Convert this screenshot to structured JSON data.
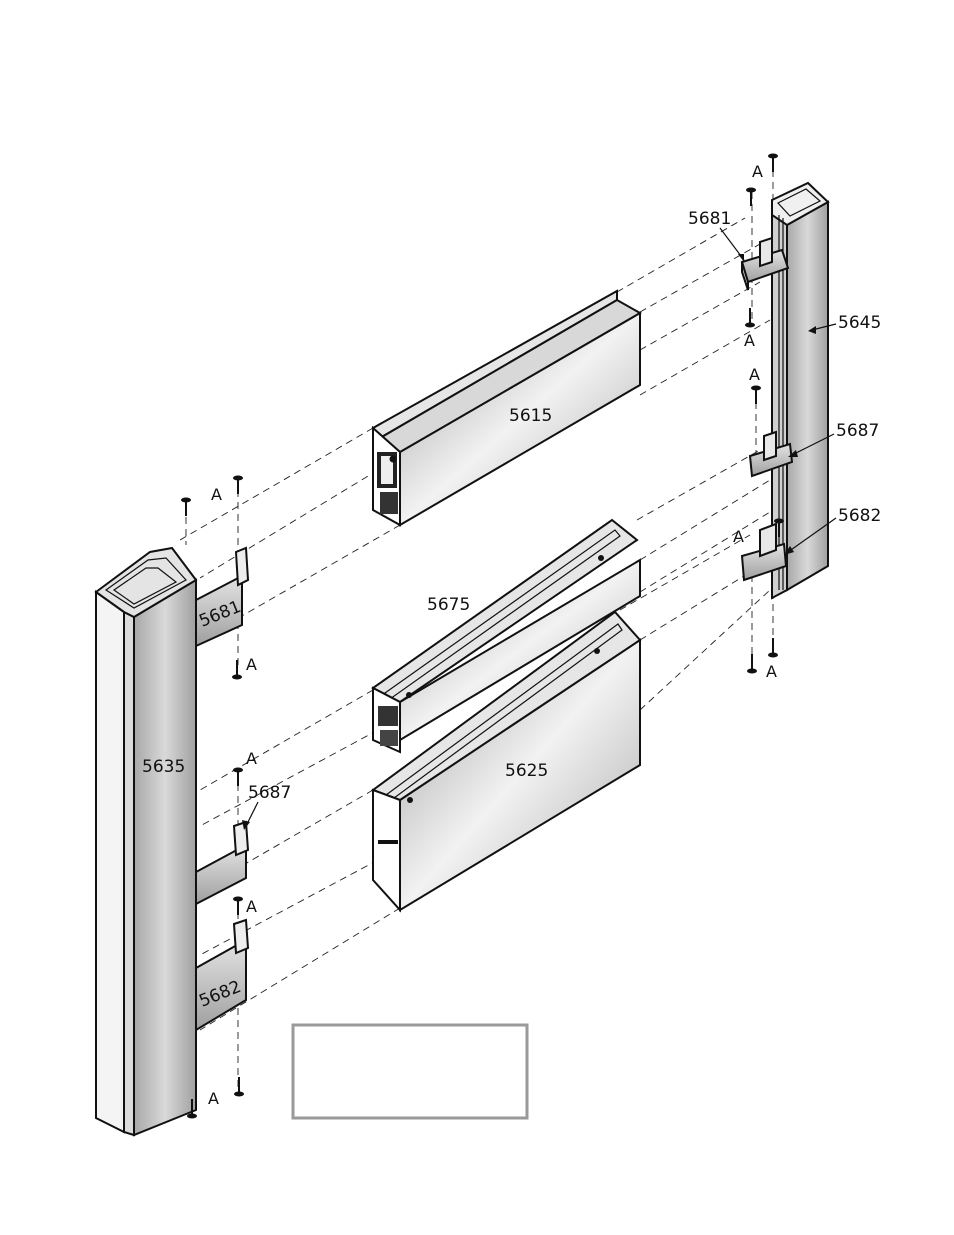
{
  "diagram": {
    "parts": {
      "p5615": "5615",
      "p5675": "5675",
      "p5625": "5625",
      "p5635": "5635",
      "p5645": "5645",
      "left_5681": "5681",
      "left_5687": "5687",
      "left_5682": "5682",
      "right_5681": "5681",
      "right_5687": "5687",
      "right_5682": "5682"
    },
    "fastener_label": "A",
    "empty_box_text": ""
  }
}
